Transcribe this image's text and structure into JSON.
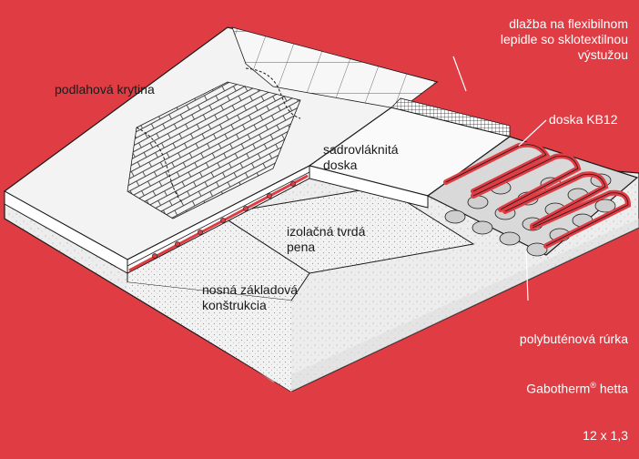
{
  "labels": {
    "floor_covering": "podlahová krytina",
    "tiles": "dlažba na flexibilnom\nlepidle so sklotextilnou\nvýstužou",
    "board": "doska KB12",
    "gypsum": "sadrovláknitá\ndoska",
    "insulation": "izolačná tvrdá\npena",
    "base": "nosná základová\nkonštrukcia",
    "pipe": "polybuténová rúrka",
    "pipe_brand": "Gabotherm",
    "pipe_reg": "®",
    "pipe_brand_suffix": " hetta",
    "pipe_size": "12 x 1,3"
  },
  "colors": {
    "background": "#e03c44",
    "pipe": "#e03c44",
    "layer_white": "#ffffff",
    "layer_grey": "#e4e4e4",
    "outline": "#1a1a1a"
  }
}
